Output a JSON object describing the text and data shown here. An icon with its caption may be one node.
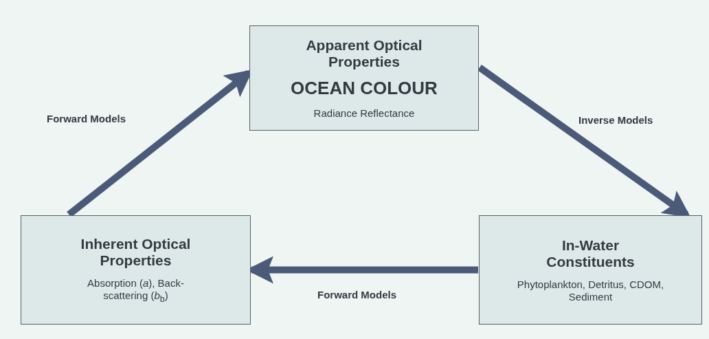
{
  "diagram": {
    "nodes": [
      {
        "text": [
          "Apparent Optical Properties",
          "OCEAN COLOUR",
          "Radiance Reflectance"
        ]
      },
      {
        "text": [
          "Inherent Optical Properties",
          "Absorption (*a*), Back-scattering (*b*$_{b}$)"
        ]
      },
      {
        "text": [
          "In-Water Constituents",
          "Phytoplankton, Detritus, CDOM, Sediment"
        ]
      }
    ],
    "edges": [
      {
        "from": 1,
        "to": 0,
        "arrow": "to",
        "label": "Forward Models"
      },
      {
        "from": 0,
        "to": 2,
        "arrow": "to",
        "label": "Inverse Models"
      },
      {
        "from": 2,
        "to": 1,
        "arrow": "to",
        "label": "Forward Models"
      }
    ]
  }
}
